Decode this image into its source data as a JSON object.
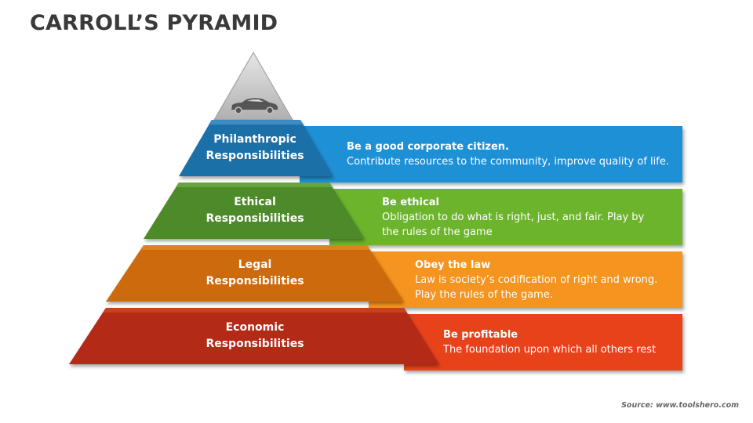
{
  "title": "CARROLL’S PYRAMID",
  "source": "Source: www.toolshero.com",
  "apex_icon": "car-icon",
  "colors": {
    "apex": "#c4c4c4",
    "philanthropic": "#1f6fa8",
    "ethical": "#4e8a2a",
    "legal": "#cc6a0c",
    "economic": "#b32a12",
    "philanthropic_band": "#1e90d6",
    "ethical_band": "#6cb42c",
    "legal_band": "#f5941e",
    "economic_band": "#e8421a"
  },
  "tiers": [
    {
      "label_line1": "Philanthropic",
      "label_line2": "Responsibilities",
      "heading": "Be a good corporate citizen.",
      "desc_line1": "Contribute resources to the community, improve quality of life.",
      "desc_line2": ""
    },
    {
      "label_line1": "Ethical",
      "label_line2": "Responsibilities",
      "heading": "Be ethical",
      "desc_line1": "Obligation to do what is right, just, and fair. Play by",
      "desc_line2": "the rules of the game"
    },
    {
      "label_line1": "Legal",
      "label_line2": "Responsibilities",
      "heading": "Obey the law",
      "desc_line1": "Law is society’s codification of right and wrong.",
      "desc_line2": "Play the rules of the game."
    },
    {
      "label_line1": "Economic",
      "label_line2": "Responsibilities",
      "heading": "Be profitable",
      "desc_line1": "The foundation upon which all others rest",
      "desc_line2": ""
    }
  ]
}
